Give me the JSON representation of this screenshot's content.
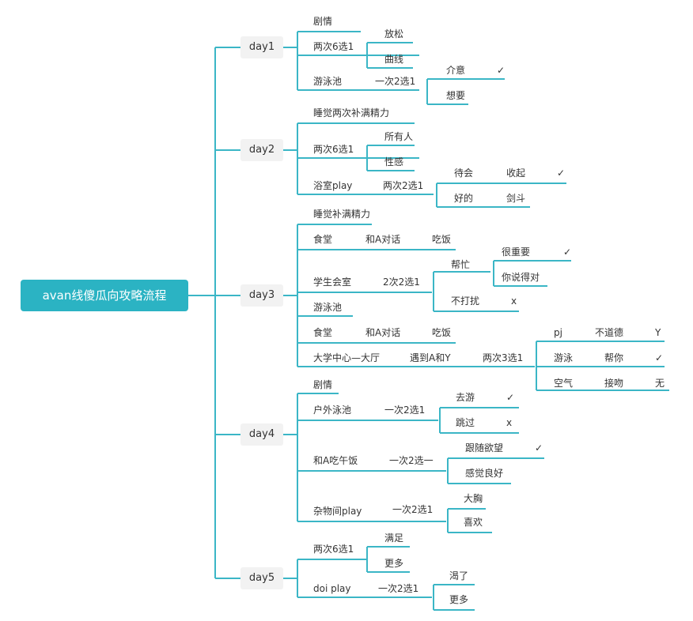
{
  "root": "avan线傻瓜向攻略流程",
  "days": [
    {
      "label": "day1",
      "items": [
        {
          "text": "剧情"
        },
        {
          "text": "两次6选1",
          "options": [
            "放松",
            "曲线"
          ]
        },
        {
          "text": "游泳池",
          "choice": "一次2选1",
          "options": [
            "介意",
            "想要"
          ],
          "checks": [
            "✓"
          ]
        }
      ]
    },
    {
      "label": "day2",
      "items": [
        {
          "text": "睡觉两次补满精力"
        },
        {
          "text": "两次6选1",
          "options": [
            "所有人",
            "性感"
          ]
        },
        {
          "text": "浴室play",
          "choice": "两次2选1",
          "options": [
            [
              "待会",
              "收起"
            ],
            [
              "好的",
              "剑斗"
            ]
          ],
          "checks": [
            "✓"
          ]
        }
      ]
    },
    {
      "label": "day3",
      "items": [
        {
          "text": "睡觉补满精力"
        },
        {
          "text": "食堂",
          "sub": "和A对话",
          "sub2": "吃饭"
        },
        {
          "text": "学生会室",
          "choice": "2次2选1",
          "branches": [
            {
              "text": "帮忙",
              "options": [
                "很重要",
                "你说得对"
              ],
              "check": "✓"
            },
            {
              "text": "不打扰",
              "mark": "x"
            }
          ]
        },
        {
          "text": "游泳池"
        },
        {
          "text": "食堂",
          "sub": "和A对话",
          "sub2": "吃饭"
        },
        {
          "text": "大学中心—大厅",
          "sub": "遇到A和Y",
          "choice": "两次3选1",
          "rows": [
            [
              "pj",
              "不道德",
              "Y"
            ],
            [
              "游泳",
              "帮你",
              "✓"
            ],
            [
              "空气",
              "接吻",
              "无"
            ]
          ]
        }
      ]
    },
    {
      "label": "day4",
      "items": [
        {
          "text": "剧情"
        },
        {
          "text": "户外泳池",
          "choice": "一次2选1",
          "options": [
            "去游",
            "跳过"
          ],
          "marks": [
            "✓",
            "x"
          ]
        },
        {
          "text": "和A吃午饭",
          "choice": "一次2选一",
          "options": [
            "跟随欲望",
            "感觉良好"
          ],
          "marks": [
            "✓"
          ]
        },
        {
          "text": "杂物间play",
          "choice": "一次2选1",
          "options": [
            "大胸",
            "喜欢"
          ]
        }
      ]
    },
    {
      "label": "day5",
      "items": [
        {
          "text": "两次6选1",
          "options": [
            "满足",
            "更多"
          ]
        },
        {
          "text": "doi play",
          "choice": "一次2选1",
          "options": [
            "渴了",
            "更多"
          ]
        }
      ]
    }
  ]
}
